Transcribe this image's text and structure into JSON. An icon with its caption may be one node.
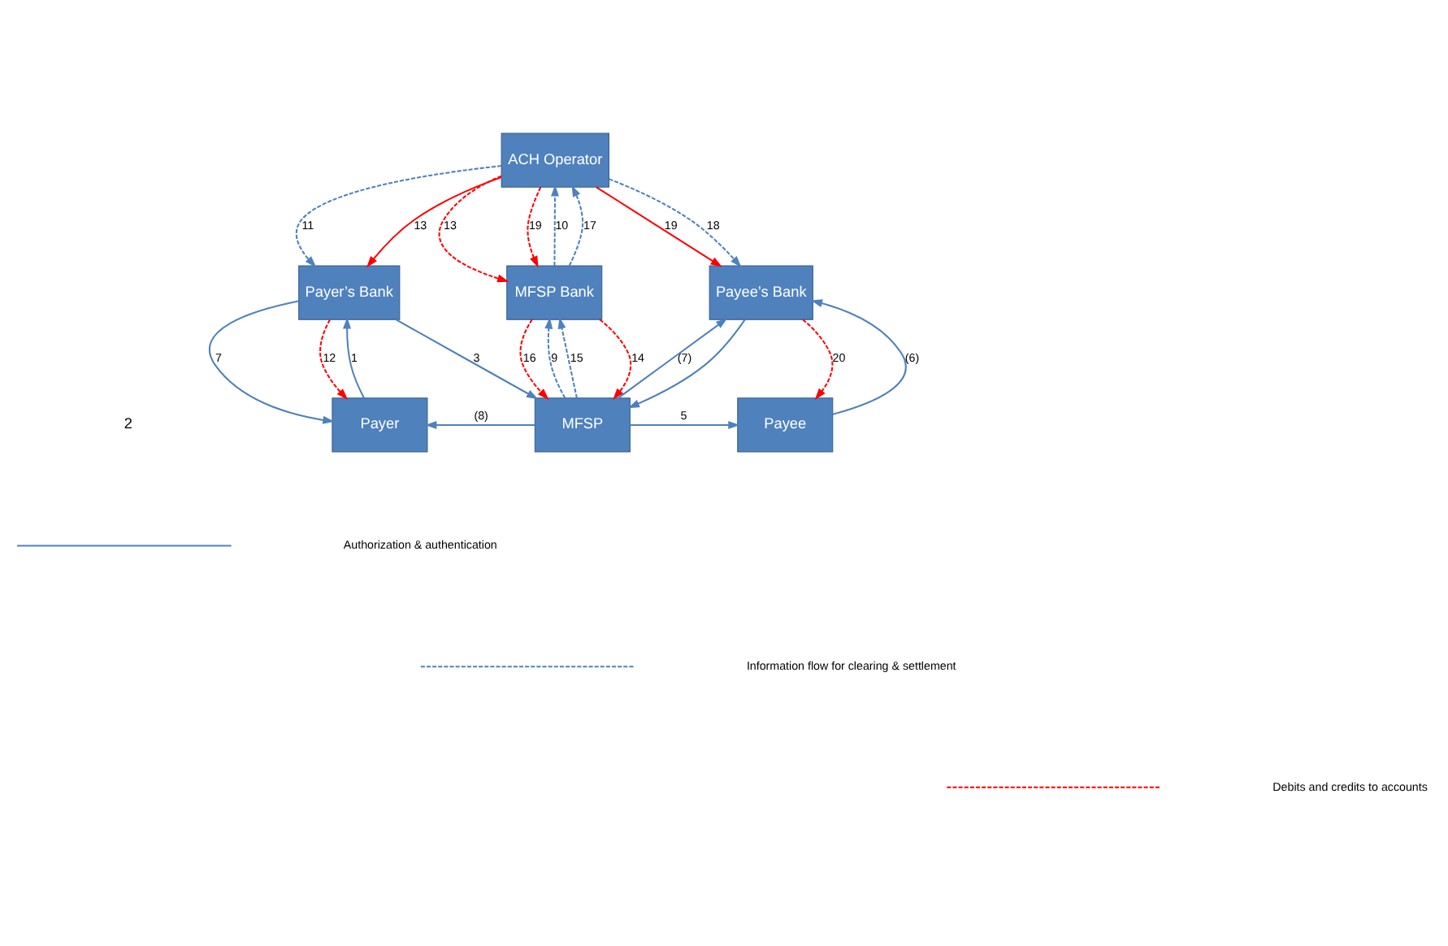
{
  "diagram": {
    "nodes": [
      {
        "text": [
          "ACH Operator"
        ]
      },
      {
        "text": [
          "Payer’s Bank"
        ]
      },
      {
        "text": [
          "MFSP Bank"
        ]
      },
      {
        "text": [
          "Payee’s Bank"
        ]
      },
      {
        "text": [
          "Payer"
        ]
      },
      {
        "text": [
          "MFSP"
        ]
      },
      {
        "text": [
          "Payee"
        ]
      }
    ],
    "edges": [
      {
        "from": 0,
        "to": 1,
        "arrow": "to",
        "label": "11",
        "style": "dashed"
      },
      {
        "from": 0,
        "to": 1,
        "arrow": "to",
        "label": "13",
        "color": "#ff0000"
      },
      {
        "from": 2,
        "to": 0,
        "arrow": "to",
        "label": "10",
        "style": "dashed"
      },
      {
        "from": 0,
        "to": 2,
        "arrow": "to",
        "label": "13",
        "style": "dashed",
        "color": "#ff0000"
      },
      {
        "from": 2,
        "to": 0,
        "arrow": "to",
        "label": "17",
        "style": "dashed"
      },
      {
        "from": 0,
        "to": 2,
        "arrow": "to",
        "label": "19",
        "style": "dashed",
        "color": "#ff0000"
      },
      {
        "from": 0,
        "to": 3,
        "arrow": "to",
        "label": "19",
        "color": "#ff0000"
      },
      {
        "from": 0,
        "to": 3,
        "arrow": "to",
        "label": "18",
        "style": "dashed"
      },
      {
        "from": 4,
        "to": 1,
        "arrow": "to",
        "label": "1"
      },
      {
        "from": 1,
        "to": 4,
        "arrow": "to",
        "label": "7"
      },
      {
        "from": 1,
        "to": 4,
        "arrow": "to",
        "label": "12",
        "style": "dashed",
        "color": "#ff0000"
      },
      {
        "from": 1,
        "to": 5,
        "arrow": "to",
        "label": "3"
      },
      {
        "from": 5,
        "to": 2,
        "arrow": "to",
        "label": "9",
        "style": "dashed"
      },
      {
        "from": 2,
        "to": 5,
        "arrow": "to",
        "label": "14",
        "style": "dashed",
        "color": "#ff0000"
      },
      {
        "from": 5,
        "to": 2,
        "arrow": "to",
        "label": "15",
        "style": "dashed"
      },
      {
        "from": 2,
        "to": 5,
        "arrow": "to",
        "label": "16",
        "style": "dashed",
        "color": "#ff0000"
      },
      {
        "from": 5,
        "to": 3,
        "arrow": "to",
        "label": "(7)"
      },
      {
        "from": 3,
        "to": 5,
        "arrow": "to"
      },
      {
        "from": 6,
        "to": 3,
        "arrow": "to",
        "label": "(6)"
      },
      {
        "from": 3,
        "to": 6,
        "arrow": "to",
        "label": "20",
        "style": "dashed",
        "color": "#ff0000"
      },
      {
        "from": 5,
        "to": 4,
        "arrow": "to",
        "label": "(8)"
      },
      {
        "from": 5,
        "to": 6,
        "arrow": "to",
        "label": "5"
      }
    ],
    "labels": [
      "2"
    ],
    "legend": [
      {
        "text": "Authorization & authentication"
      },
      {
        "text": "Information flow for clearing & settlement"
      },
      {
        "text": "Debits and credits to accounts"
      }
    ]
  }
}
